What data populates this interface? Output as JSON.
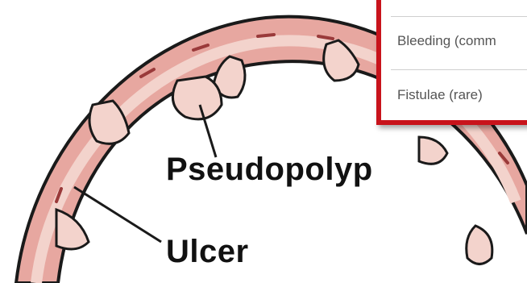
{
  "diagram": {
    "labels": {
      "pseudopolyp": "Pseudopolyp",
      "ulcer": "Ulcer"
    },
    "colors": {
      "wall_outer": "#e7a7a0",
      "wall_inner": "#f3d3cc",
      "outline": "#1a1a1a",
      "vessel": "#9a3a3a"
    }
  },
  "popup": {
    "border_color": "#c8131b",
    "rows": [
      {
        "label": "Bleeding (comm"
      },
      {
        "label": "Fistulae (rare)"
      }
    ]
  }
}
